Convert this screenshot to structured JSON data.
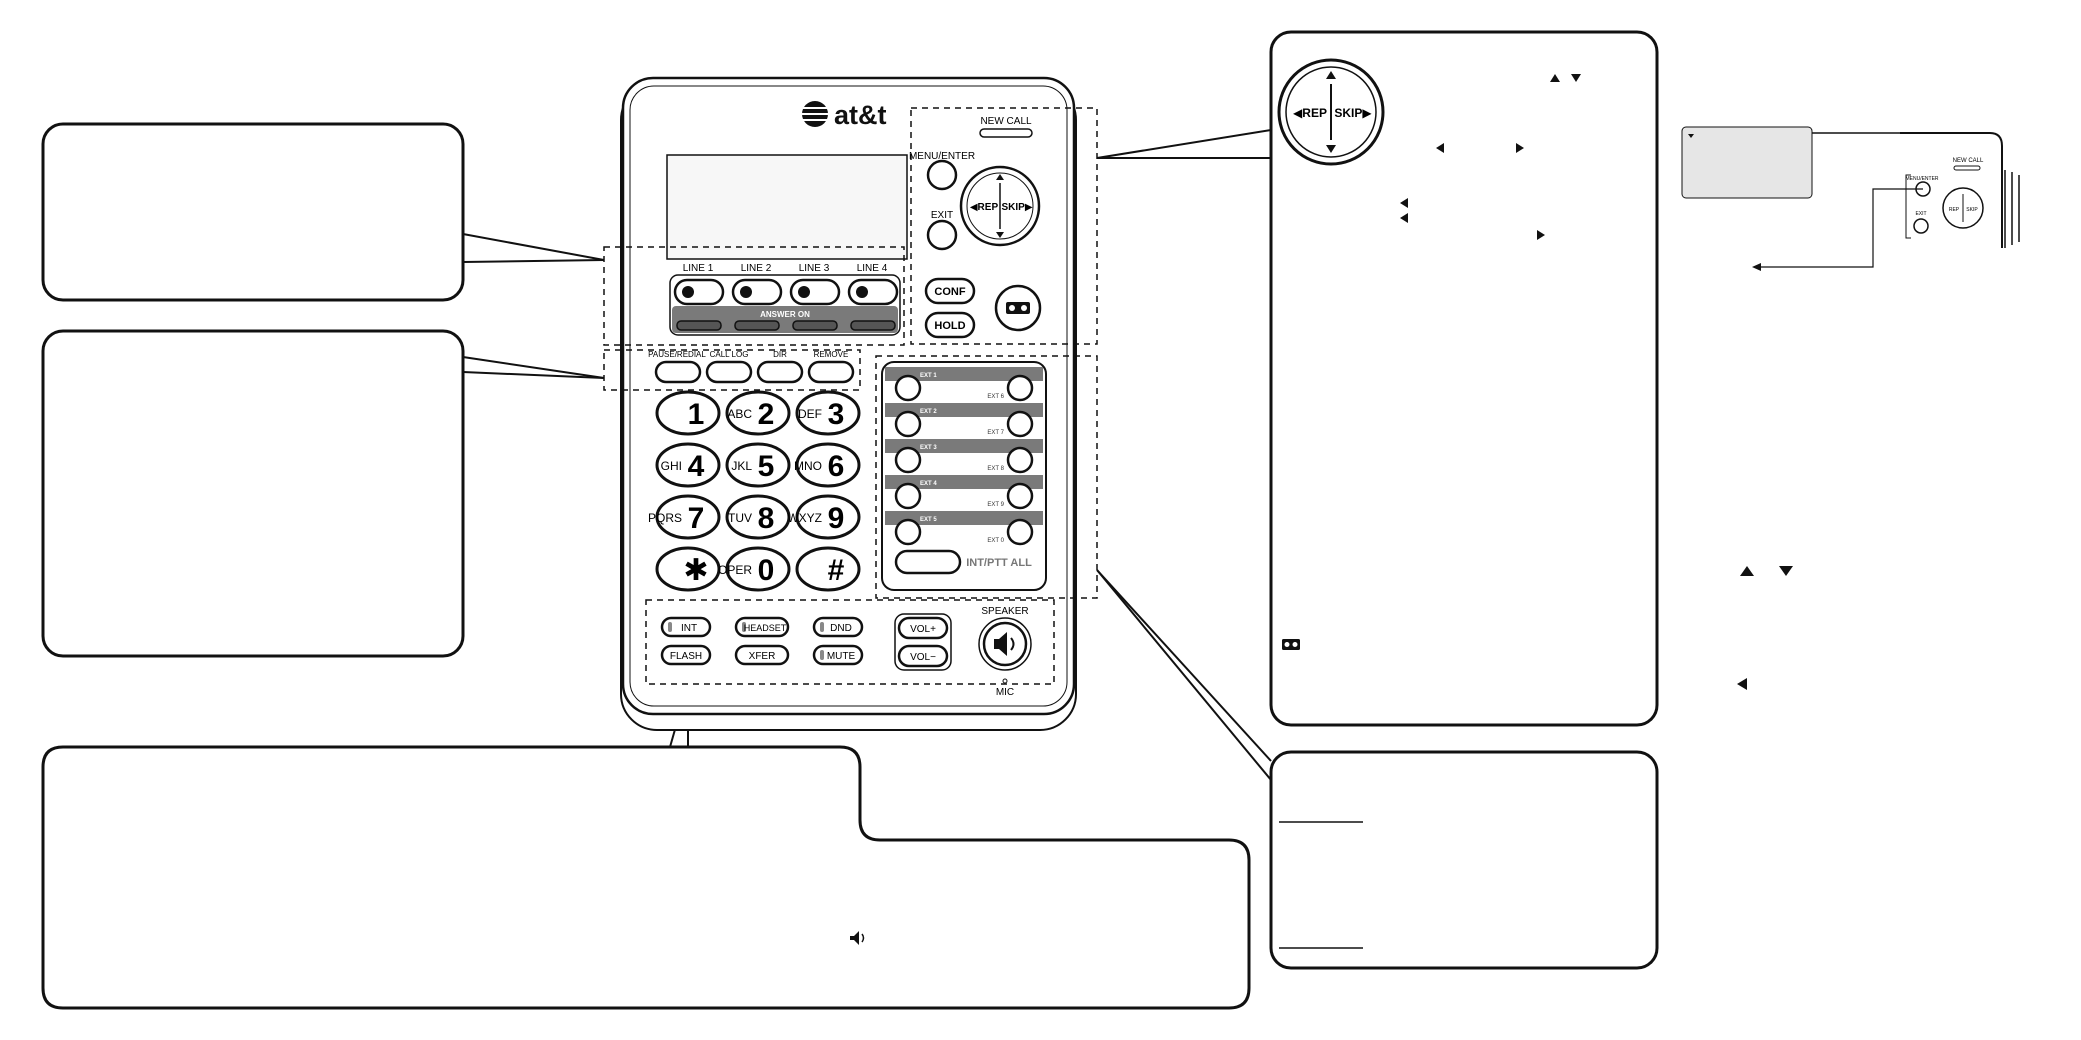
{
  "brand": {
    "logo_text": "at&t"
  },
  "phone": {
    "new_call": "NEW CALL",
    "menu_enter": "MENU/ENTER",
    "exit": "EXIT",
    "rep": "◀REP",
    "skip": "SKIP▶",
    "lines": [
      "LINE 1",
      "LINE 2",
      "LINE 3",
      "LINE 4"
    ],
    "answer_on": "ANSWER ON",
    "conf": "CONF",
    "hold": "HOLD",
    "softkeys": [
      "PAUSE/REDIAL",
      "CALL LOG",
      "DIR",
      "REMOVE"
    ],
    "keypad": [
      {
        "letters": "",
        "digit": "1"
      },
      {
        "letters": "ABC",
        "digit": "2"
      },
      {
        "letters": "DEF",
        "digit": "3"
      },
      {
        "letters": "GHI",
        "digit": "4"
      },
      {
        "letters": "JKL",
        "digit": "5"
      },
      {
        "letters": "MNO",
        "digit": "6"
      },
      {
        "letters": "PQRS",
        "digit": "7"
      },
      {
        "letters": "TUV",
        "digit": "8"
      },
      {
        "letters": "WXYZ",
        "digit": "9"
      },
      {
        "letters": "",
        "digit": "✱"
      },
      {
        "letters": "OPER",
        "digit": "0"
      },
      {
        "letters": "",
        "digit": "#"
      }
    ],
    "ext_left": [
      "EXT 1",
      "EXT 2",
      "EXT 3",
      "EXT 4",
      "EXT 5"
    ],
    "ext_right": [
      "EXT 6",
      "EXT 7",
      "EXT 8",
      "EXT 9",
      "EXT 0"
    ],
    "int_ptt_all": "INT/PTT ALL",
    "bottom_row1": [
      "INT",
      "HEADSET",
      "DND"
    ],
    "bottom_row2": [
      "FLASH",
      "XFER",
      "MUTE"
    ],
    "vol_up": "VOL+",
    "vol_down": "VOL−",
    "speaker": "SPEAKER",
    "mic": "MIC"
  },
  "inset": {
    "new_call": "NEW CALL",
    "menu_enter": "MENU/ENTER",
    "exit": "EXIT",
    "rep": "REP",
    "skip": "SKIP"
  },
  "colors": {
    "outline": "#111111",
    "button_fill": "#ffffff",
    "band": "#7a7a7a",
    "screen": "#f4f4f4",
    "inset_screen": "#e6e6e6"
  }
}
